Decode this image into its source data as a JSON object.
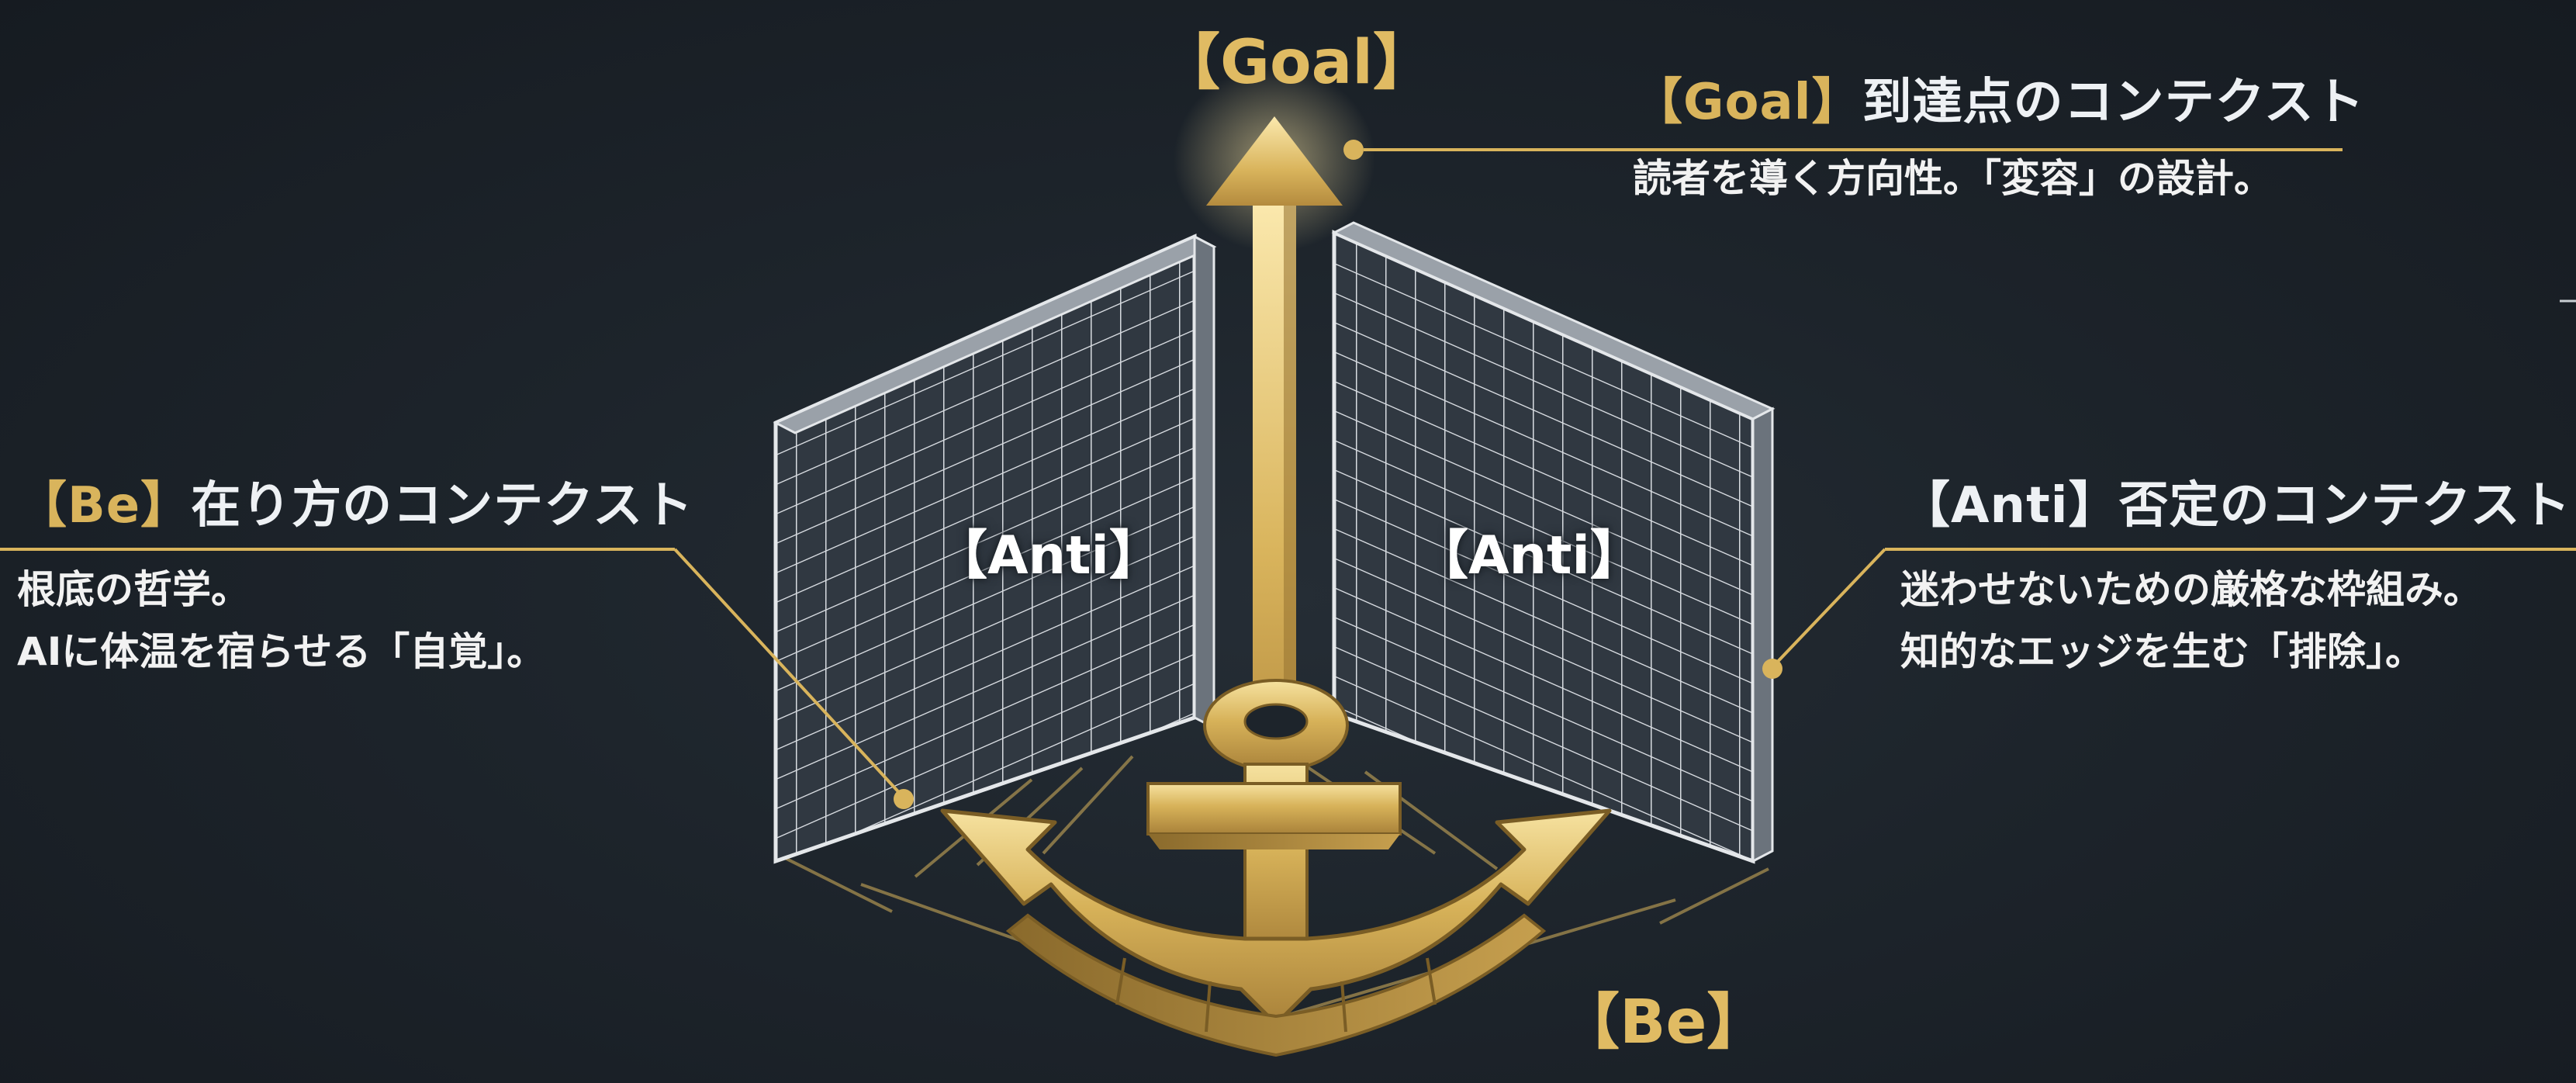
{
  "goal_axis_label": "【Goal】",
  "be_axis_label": "【Be】",
  "anti_left_label": "【Anti】",
  "anti_right_label": "【Anti】",
  "goal": {
    "tag": "【Goal】",
    "title": "到達点のコンテクスト",
    "lines": [
      "読者を導く方向性。「変容」の設計。"
    ]
  },
  "be": {
    "tag": "【Be】",
    "title": "在り方のコンテクスト",
    "lines": [
      "根底の哲学。",
      "AIに体温を宿らせる「自覚」。"
    ]
  },
  "anti": {
    "tag": "【Anti】",
    "title": "否定のコンテクスト",
    "lines": [
      "迷わせないための厳格な枠組み。",
      "知的なエッジを生む「排除」。"
    ]
  },
  "colors": {
    "background": "#1b2127",
    "gold": "#d9b45c",
    "grid_wall": "#c9cdd2",
    "text": "#f2f2f2"
  },
  "icons": [
    "anchor-icon",
    "arrow-up-icon",
    "grid-wall-icon"
  ]
}
